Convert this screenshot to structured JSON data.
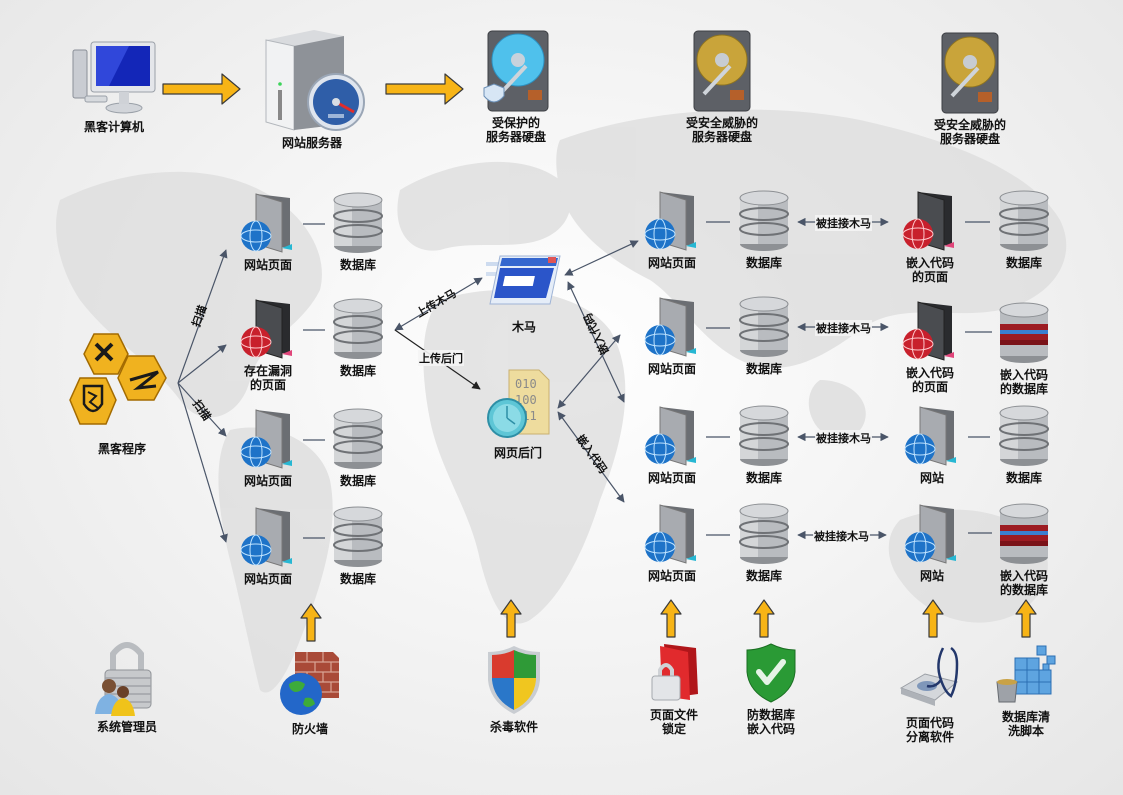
{
  "title": "网站入侵与防护示意图",
  "colors": {
    "arrow_fill": "#f7b416",
    "arrow_stroke": "#3a3a3a",
    "link_line": "#4a5568",
    "text": "#111111"
  },
  "top_row": {
    "hacker_pc": "黑客计算机",
    "web_server": "网站服务器",
    "protected_disk": "受保护的\n服务器硬盘",
    "threatened_disk_1": "受安全威胁的\n服务器硬盘",
    "threatened_disk_2": "受安全威胁的\n服务器硬盘"
  },
  "hacker_program": "黑客程序",
  "scan_label": "扫描",
  "column_1": [
    {
      "page": "网站页面",
      "page_type": "normal",
      "db": "数据库"
    },
    {
      "page": "存在漏洞\n的页面",
      "page_type": "vulnerable",
      "db": "数据库"
    },
    {
      "page": "网站页面",
      "page_type": "normal",
      "db": "数据库"
    },
    {
      "page": "网站页面",
      "page_type": "normal",
      "db": "数据库"
    }
  ],
  "middle": {
    "trojan": "木马",
    "backdoor": "网页后门",
    "upload_trojan": "上传木马",
    "upload_backdoor": "上传后门",
    "embed_code_1": "嵌入代码",
    "embed_code_2": "嵌入代码"
  },
  "column_2": [
    {
      "page": "网站页面",
      "db": "数据库",
      "link": "被挂接木马",
      "result_page": "嵌入代码\n的页面",
      "result_page_type": "infected",
      "result_db": "数据库",
      "result_db_type": "normal"
    },
    {
      "page": "网站页面",
      "db": "数据库",
      "link": "被挂接木马",
      "result_page": "嵌入代码\n的页面",
      "result_page_type": "infected",
      "result_db": "嵌入代码\n的数据库",
      "result_db_type": "infected"
    },
    {
      "page": "网站页面",
      "db": "数据库",
      "link": "被挂接木马",
      "result_page": "网站",
      "result_page_type": "normal",
      "result_db": "数据库",
      "result_db_type": "normal"
    },
    {
      "page": "网站页面",
      "db": "数据库",
      "link": "被挂接木马",
      "result_page": "网站",
      "result_page_type": "normal",
      "result_db": "嵌入代码\n的数据库",
      "result_db_type": "infected"
    }
  ],
  "defenses": {
    "sysadmin": "系统管理员",
    "firewall": "防火墙",
    "antivirus": "杀毒软件",
    "page_lock": "页面文件\n锁定",
    "db_injection_guard": "防数据库\n嵌入代码",
    "code_separation": "页面代码\n分离软件",
    "db_cleanup": "数据库清\n洗脚本"
  }
}
